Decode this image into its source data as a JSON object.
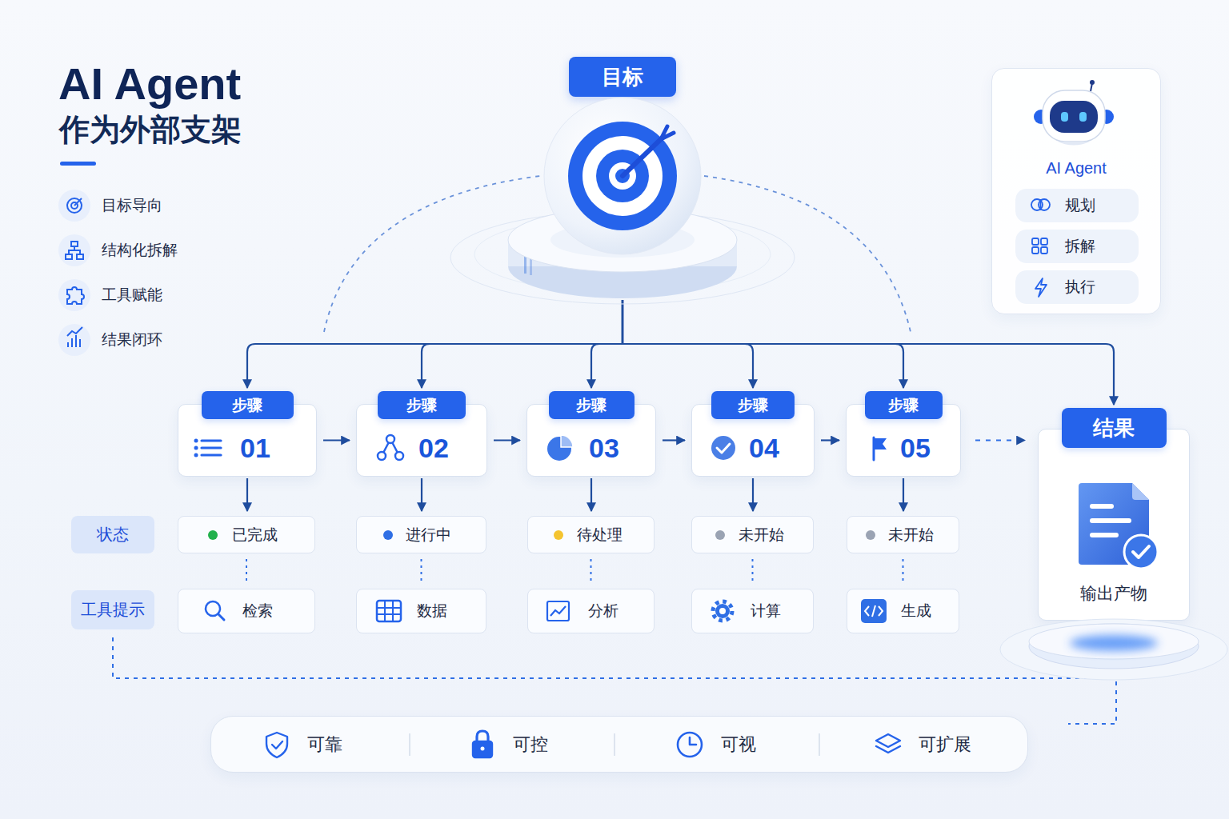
{
  "diagram": {
    "title": "AI Agent",
    "nodes": [
      {
        "text": [
          "目标"
        ]
      },
      {
        "text": [
          "AI Agent"
        ]
      },
      {
        "text": [
          "规划"
        ],
        "in": 1
      },
      {
        "text": [
          "拆解"
        ],
        "in": 1
      },
      {
        "text": [
          "执行"
        ],
        "in": 1
      },
      {
        "text": [
          "步骤",
          "01"
        ]
      },
      {
        "text": [
          "步骤",
          "02"
        ]
      },
      {
        "text": [
          "步骤",
          "03"
        ]
      },
      {
        "text": [
          "步骤",
          "04"
        ]
      },
      {
        "text": [
          "步骤",
          "05"
        ]
      },
      {
        "text": [
          "结果",
          "输出产物"
        ]
      },
      {
        "text": [
          "状态"
        ]
      },
      {
        "text": [
          "已完成"
        ]
      },
      {
        "text": [
          "进行中"
        ]
      },
      {
        "text": [
          "待处理"
        ]
      },
      {
        "text": [
          "未开始"
        ]
      },
      {
        "text": [
          "未开始"
        ]
      },
      {
        "text": [
          "工具提示"
        ]
      },
      {
        "text": [
          "检索"
        ]
      },
      {
        "text": [
          "数据"
        ]
      },
      {
        "text": [
          "分析"
        ]
      },
      {
        "text": [
          "计算"
        ]
      },
      {
        "text": [
          "生成"
        ]
      },
      {
        "text": [
          "可靠",
          "可控",
          "可视",
          "可扩展"
        ]
      }
    ],
    "edges": [
      {
        "from": 0,
        "to": 5,
        "arrow": "to"
      },
      {
        "from": 0,
        "to": 6,
        "arrow": "to"
      },
      {
        "from": 0,
        "to": 7,
        "arrow": "to"
      },
      {
        "from": 0,
        "to": 8,
        "arrow": "to"
      },
      {
        "from": 0,
        "to": 9,
        "arrow": "to"
      },
      {
        "from": 0,
        "to": 10,
        "arrow": "to"
      },
      {
        "from": 5,
        "to": 6,
        "arrow": "to"
      },
      {
        "from": 6,
        "to": 7,
        "arrow": "to"
      },
      {
        "from": 7,
        "to": 8,
        "arrow": "to"
      },
      {
        "from": 8,
        "to": 9,
        "arrow": "to"
      },
      {
        "from": 9,
        "to": 10,
        "arrow": "to"
      },
      {
        "from": 5,
        "to": 12,
        "arrow": "to"
      },
      {
        "from": 6,
        "to": 13,
        "arrow": "to"
      },
      {
        "from": 7,
        "to": 14,
        "arrow": "to"
      },
      {
        "from": 8,
        "to": 15,
        "arrow": "to"
      },
      {
        "from": 9,
        "to": 16,
        "arrow": "to"
      },
      {
        "from": 12,
        "to": 18,
        "arrow": "none"
      },
      {
        "from": 13,
        "to": 19,
        "arrow": "none"
      },
      {
        "from": 14,
        "to": 20,
        "arrow": "none"
      },
      {
        "from": 15,
        "to": 21,
        "arrow": "none"
      },
      {
        "from": 16,
        "to": 22,
        "arrow": "none"
      },
      {
        "from": 17,
        "to": 10,
        "arrow": "none"
      }
    ],
    "labels": [
      "作为外部支架",
      "目标导向",
      "结构化拆解",
      "工具赋能",
      "结果闭环"
    ]
  }
}
